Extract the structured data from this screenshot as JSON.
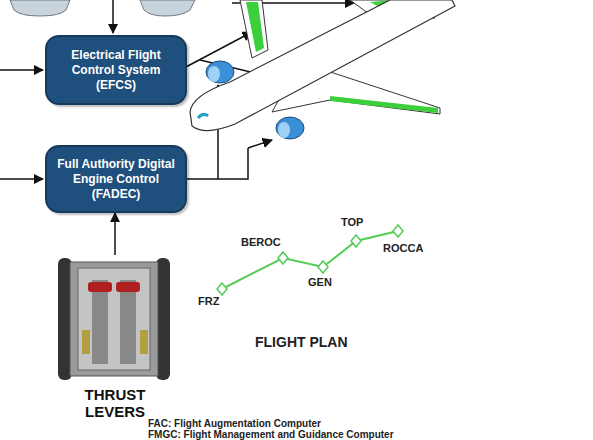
{
  "diagram": {
    "nodes": [
      {
        "text": [
          "Electrical Flight Control System (EFCS)"
        ]
      },
      {
        "text": [
          "Full Authority Digital Engine Control (FADEC)"
        ]
      },
      {
        "text": [
          "THRUST LEVERS"
        ]
      }
    ],
    "edges": [
      {
        "from": 2,
        "to": 1,
        "arrow": "to"
      }
    ],
    "labels": [
      "FRZ",
      "BEROC",
      "GEN",
      "TOP",
      "ROCCA",
      "FLIGHT PLAN",
      "FAC: Flight Augmentation Computer",
      "FMGC: Flight Management and Guidance Computer"
    ]
  }
}
